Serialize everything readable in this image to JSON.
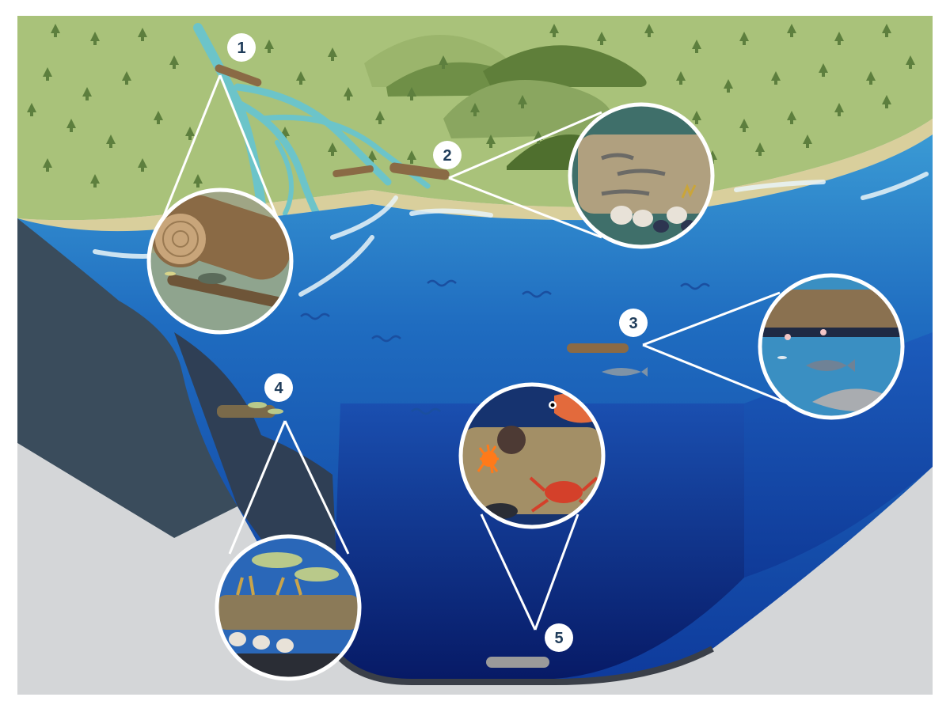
{
  "markers": [
    {
      "label": "1",
      "name": "driftwood-in-river"
    },
    {
      "label": "2",
      "name": "wood-on-shoreline"
    },
    {
      "label": "3",
      "name": "floating-wood-open-ocean"
    },
    {
      "label": "4",
      "name": "wood-on-continental-slope"
    },
    {
      "label": "5",
      "name": "wood-on-deep-seafloor"
    }
  ],
  "colors": {
    "land": "#a9c27a",
    "land_dark": "#6f8f47",
    "hill": "#5f7f3a",
    "river": "#6cc4c9",
    "shallow_water": "#2f86c8",
    "mid_water": "#1d5fb4",
    "deep_water": "#0d2a86",
    "abyss": "#0a1f6a",
    "seafloor_gray": "#d4d6d8",
    "slope_rock": "#3a4c5c",
    "wood": "#8a6a45",
    "marker_fill": "#ffffff",
    "marker_text": "#1f3c5a"
  }
}
